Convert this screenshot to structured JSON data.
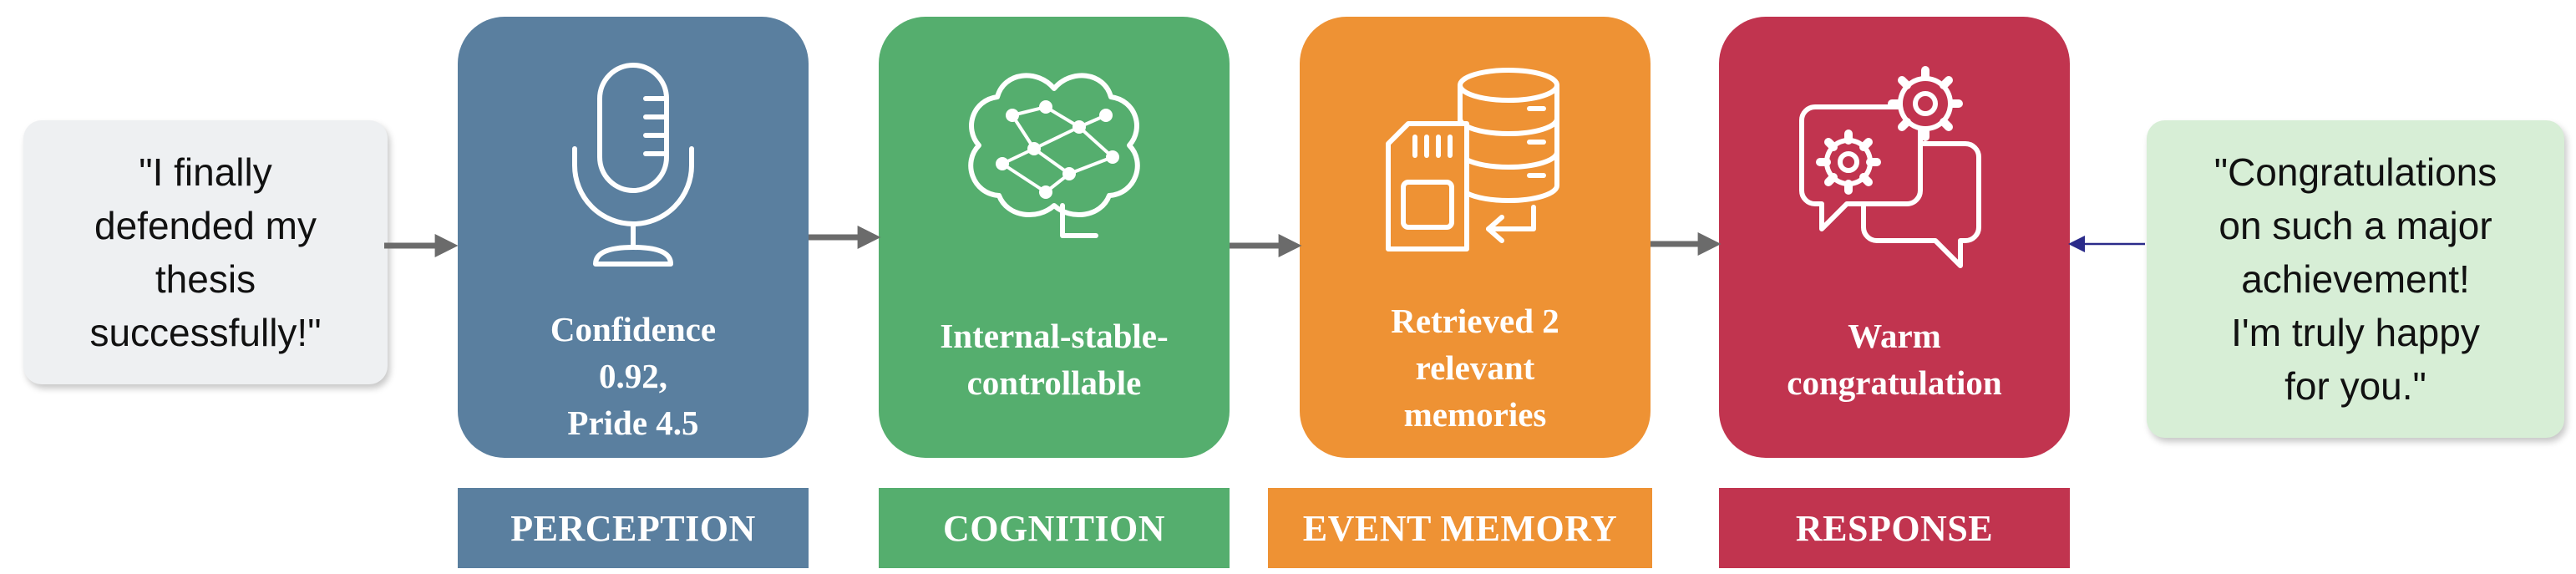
{
  "input_message": "\"I finally\ndefended my\nthesis\nsuccessfully!\"",
  "output_message": "\"Congratulations\non such a major\nachievement!\nI'm truly happy\nfor you.\"",
  "stages": [
    {
      "label": "PERCEPTION",
      "caption": "Confidence\n0.92,\nPride 4.5",
      "icon": "microphone-icon",
      "color": "#5a7f9f"
    },
    {
      "label": "COGNITION",
      "caption": "Internal-stable-\ncontrollable",
      "icon": "brain-network-icon",
      "color": "#55ae6e"
    },
    {
      "label": "EVENT MEMORY",
      "caption": "Retrieved 2\nrelevant\nmemories",
      "icon": "memory-storage-icon",
      "color": "#ee9234"
    },
    {
      "label": "RESPONSE",
      "caption": "Warm\ncongratulation",
      "icon": "chat-gears-icon",
      "color": "#c1344f"
    }
  ],
  "colors": {
    "arrow": "#6b6b6b",
    "feedback_arrow": "#2b2b8a",
    "input_bubble": "#eef0f2",
    "output_bubble": "#d7eed6"
  }
}
